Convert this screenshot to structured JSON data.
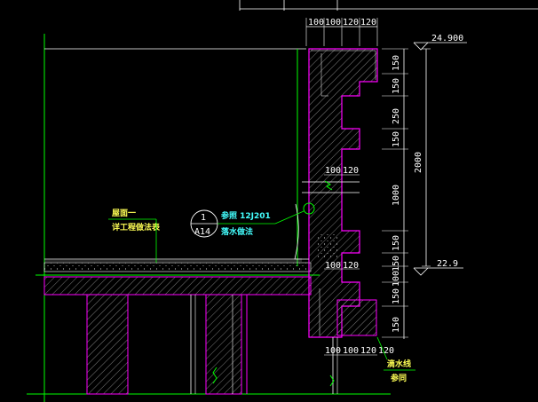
{
  "dims_top": [
    "100",
    "100",
    "120",
    "120"
  ],
  "dims_mid": [
    "100",
    "120"
  ],
  "dims_lower": [
    "100",
    "120"
  ],
  "dims_bottom": [
    "100",
    "100",
    "120",
    "120"
  ],
  "dims_right": [
    "150",
    "150",
    "250",
    "150",
    "1000",
    "150",
    "150",
    "100",
    "150",
    "150"
  ],
  "dim_total": "2000",
  "elev_top": "24.900",
  "elev_mid": "22.9",
  "roof_label_1": "屋面一",
  "roof_label_2": "详工程做法表",
  "callout_num": "1",
  "callout_sheet": "A14",
  "ref_text_1": "参照 12J201",
  "ref_text_2": "落水做法",
  "drip_label_1": "滴水线",
  "drip_label_2": "参同",
  "colors": {
    "grid": "#00ff00",
    "outline": "#ff00ff",
    "text": "#ffffff",
    "label": "#ffff55",
    "cyan": "#44ffff",
    "hatch": "#b0b0b0"
  }
}
